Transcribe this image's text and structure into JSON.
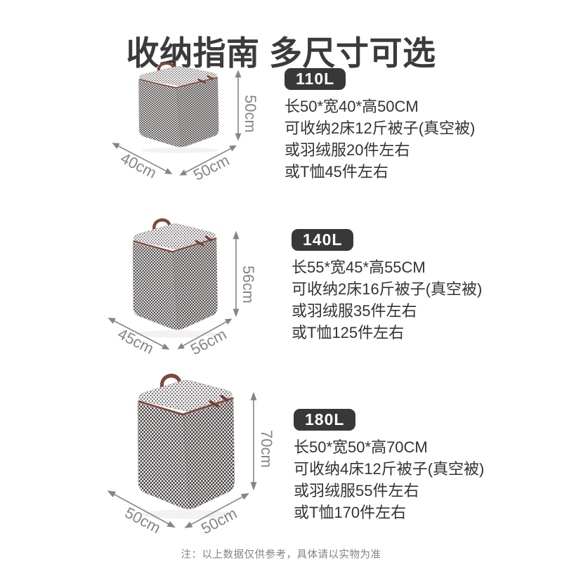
{
  "title": "收纳指南 多尺寸可选",
  "disclaimer": "注：以上数据仅供参考，具体请以实物为准",
  "sizes": [
    {
      "volume": "110L",
      "dimensions": "长50*宽40*高50CM",
      "quilt_capacity": "可收纳2床12斤被子(真空被)",
      "down_jacket_capacity": "或羽绒服20件左右",
      "tshirt_capacity": "或T恤45件左右",
      "width_label": "40cm",
      "depth_label": "50cm",
      "height_label": "50cm"
    },
    {
      "volume": "140L",
      "dimensions": "长55*宽45*高55CM",
      "quilt_capacity": "可收纳2床16斤被子(真空被)",
      "down_jacket_capacity": "或羽绒服35件左右",
      "tshirt_capacity": "或T恤125件左右",
      "width_label": "45cm",
      "depth_label": "56cm",
      "height_label": "56cm"
    },
    {
      "volume": "180L",
      "dimensions": "长50*宽50*高70CM",
      "quilt_capacity": "可收纳4床12斤被子(真空被)",
      "down_jacket_capacity": "或羽绒服55件左右",
      "tshirt_capacity": "或T恤170件左右",
      "width_label": "50cm",
      "depth_label": "50cm",
      "height_label": "70cm"
    }
  ],
  "colors": {
    "badge_bg": "#383838",
    "body_text": "#333333",
    "title_text": "#3b3b3b",
    "dimension_gray": "#858585",
    "trim_brown": "#7d4a3c",
    "note_gray": "#838383"
  }
}
